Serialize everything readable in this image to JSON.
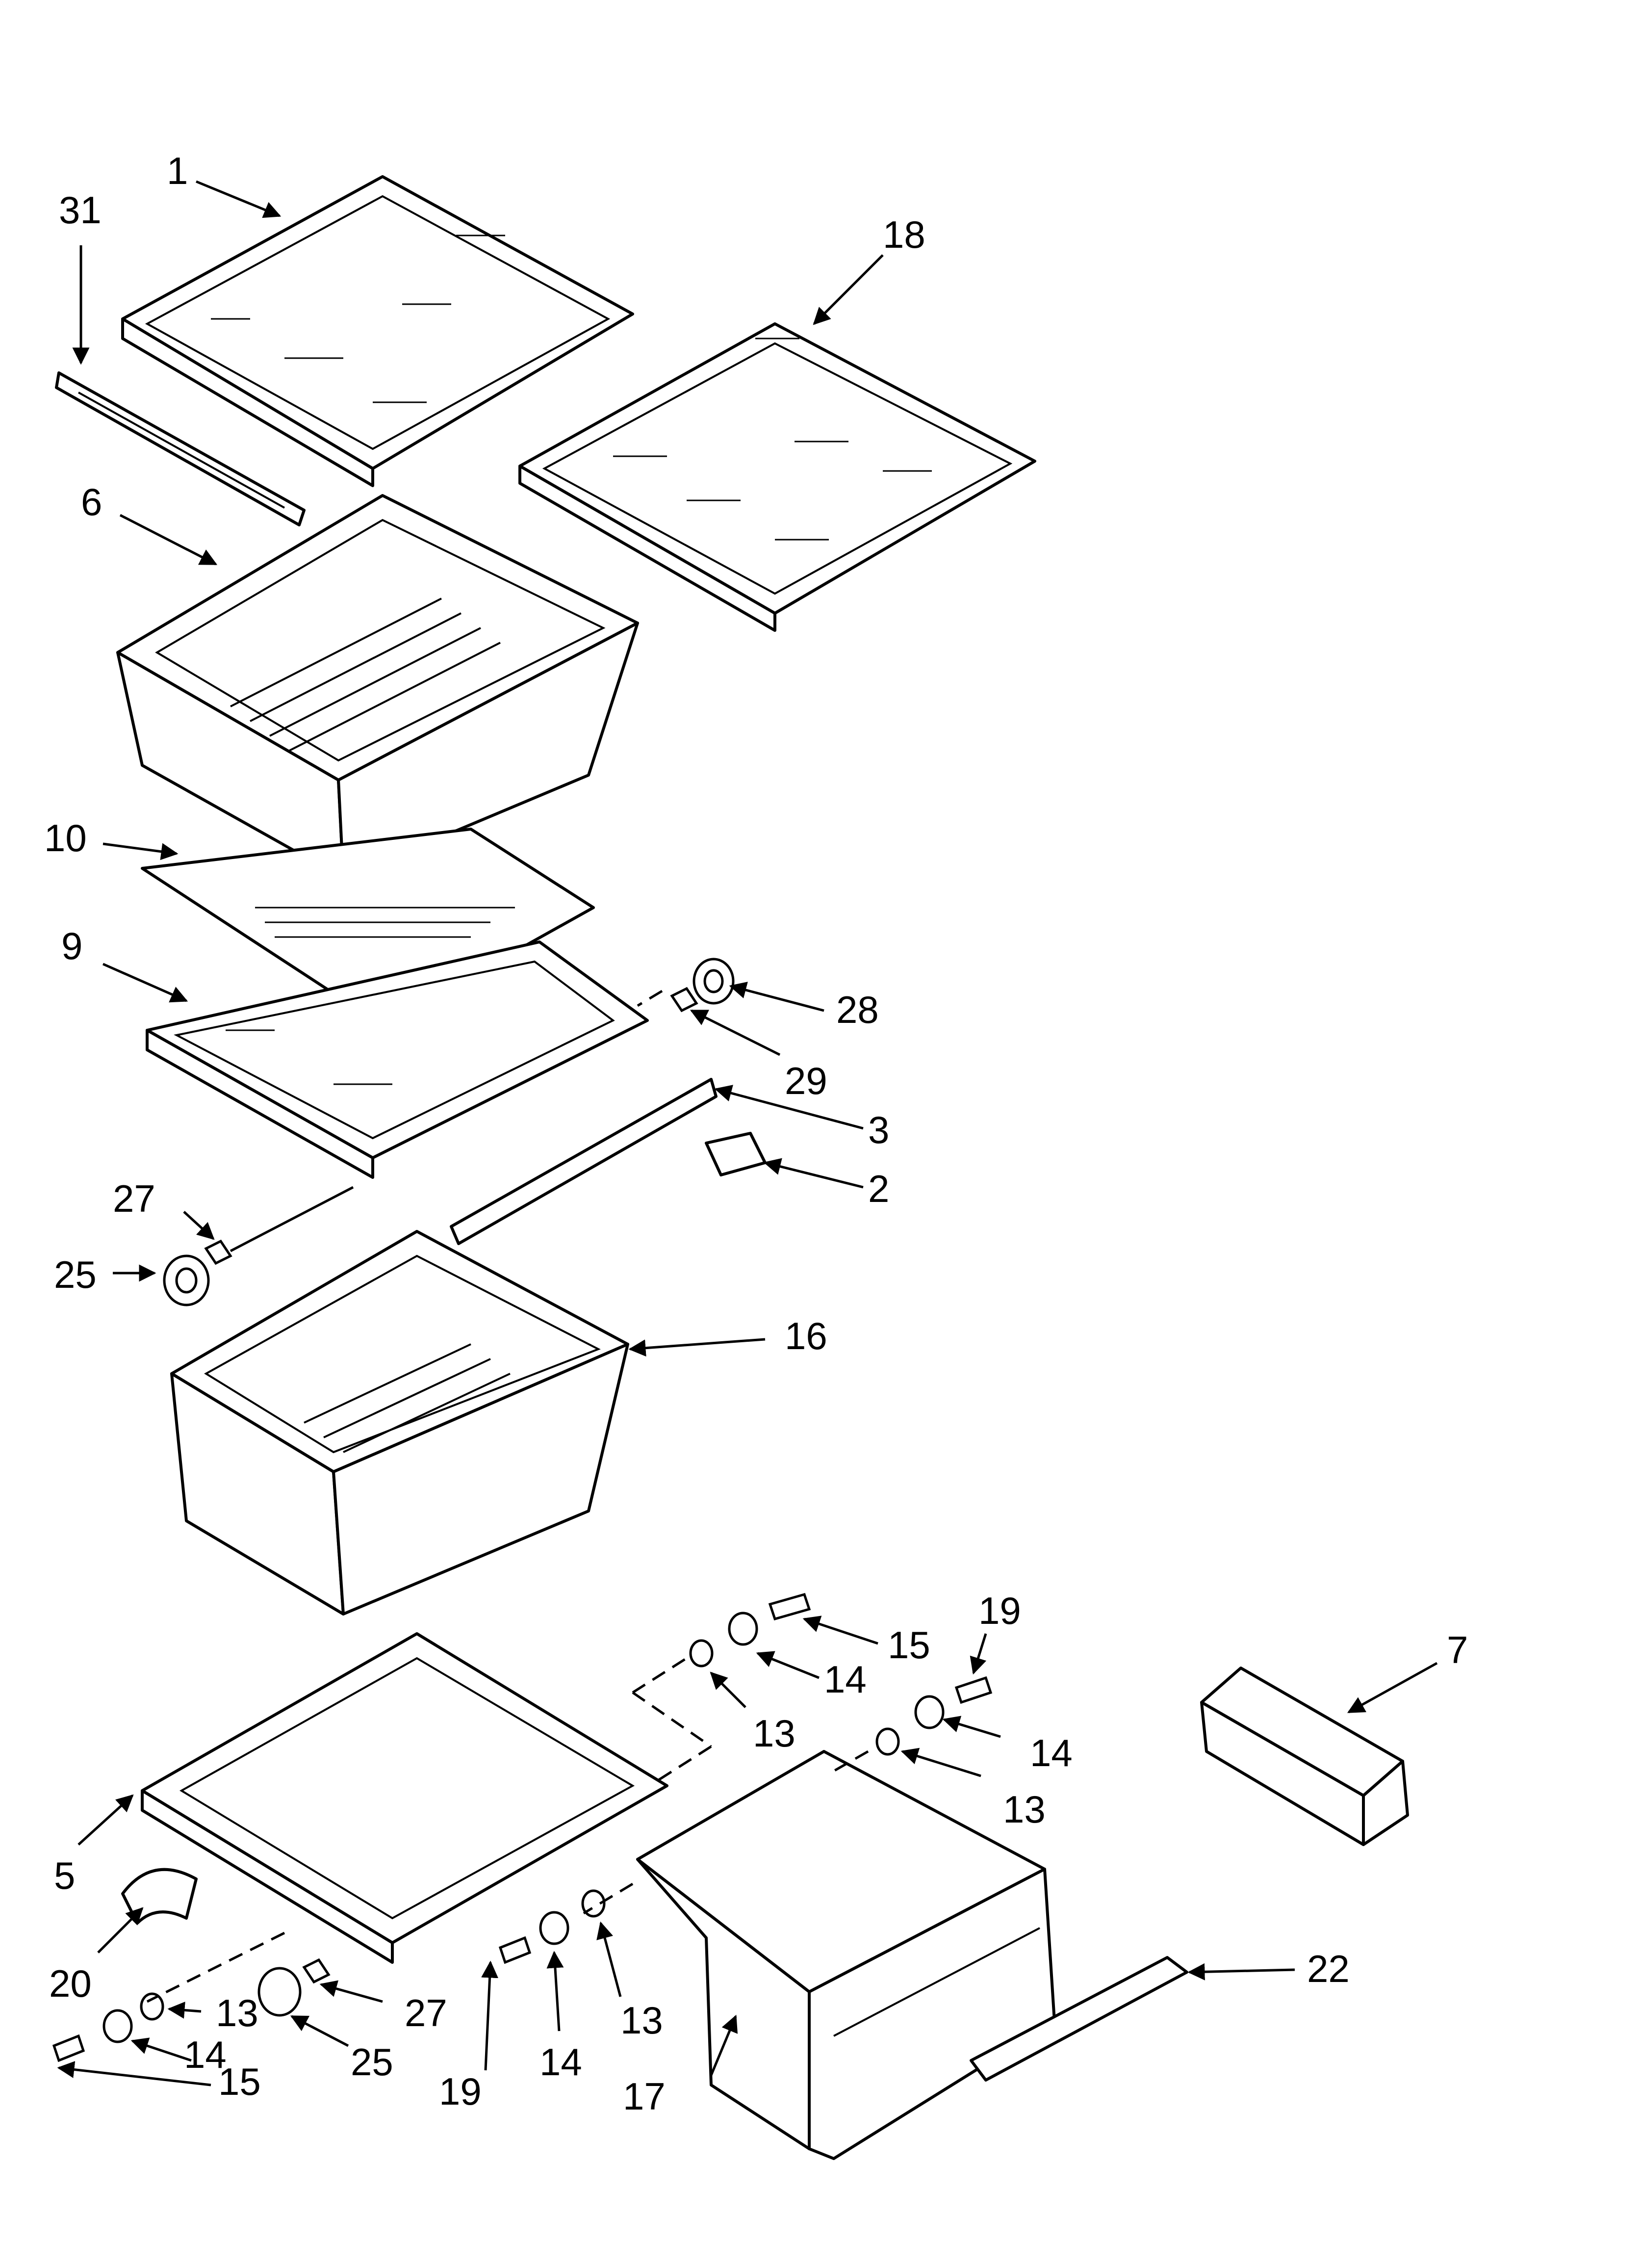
{
  "labels": {
    "p1": "1",
    "p2": "2",
    "p3": "3",
    "p5": "5",
    "p6": "6",
    "p7": "7",
    "p9": "9",
    "p10": "10",
    "p13a": "13",
    "p13b": "13",
    "p13c": "13",
    "p13d": "13",
    "p14a": "14",
    "p14b": "14",
    "p14c": "14",
    "p14d": "14",
    "p15a": "15",
    "p15b": "15",
    "p16": "16",
    "p17": "17",
    "p18": "18",
    "p19a": "19",
    "p19b": "19",
    "p20": "20",
    "p22": "22",
    "p25a": "25",
    "p25b": "25",
    "p27a": "27",
    "p27b": "27",
    "p28": "28",
    "p29": "29",
    "p31": "31"
  }
}
